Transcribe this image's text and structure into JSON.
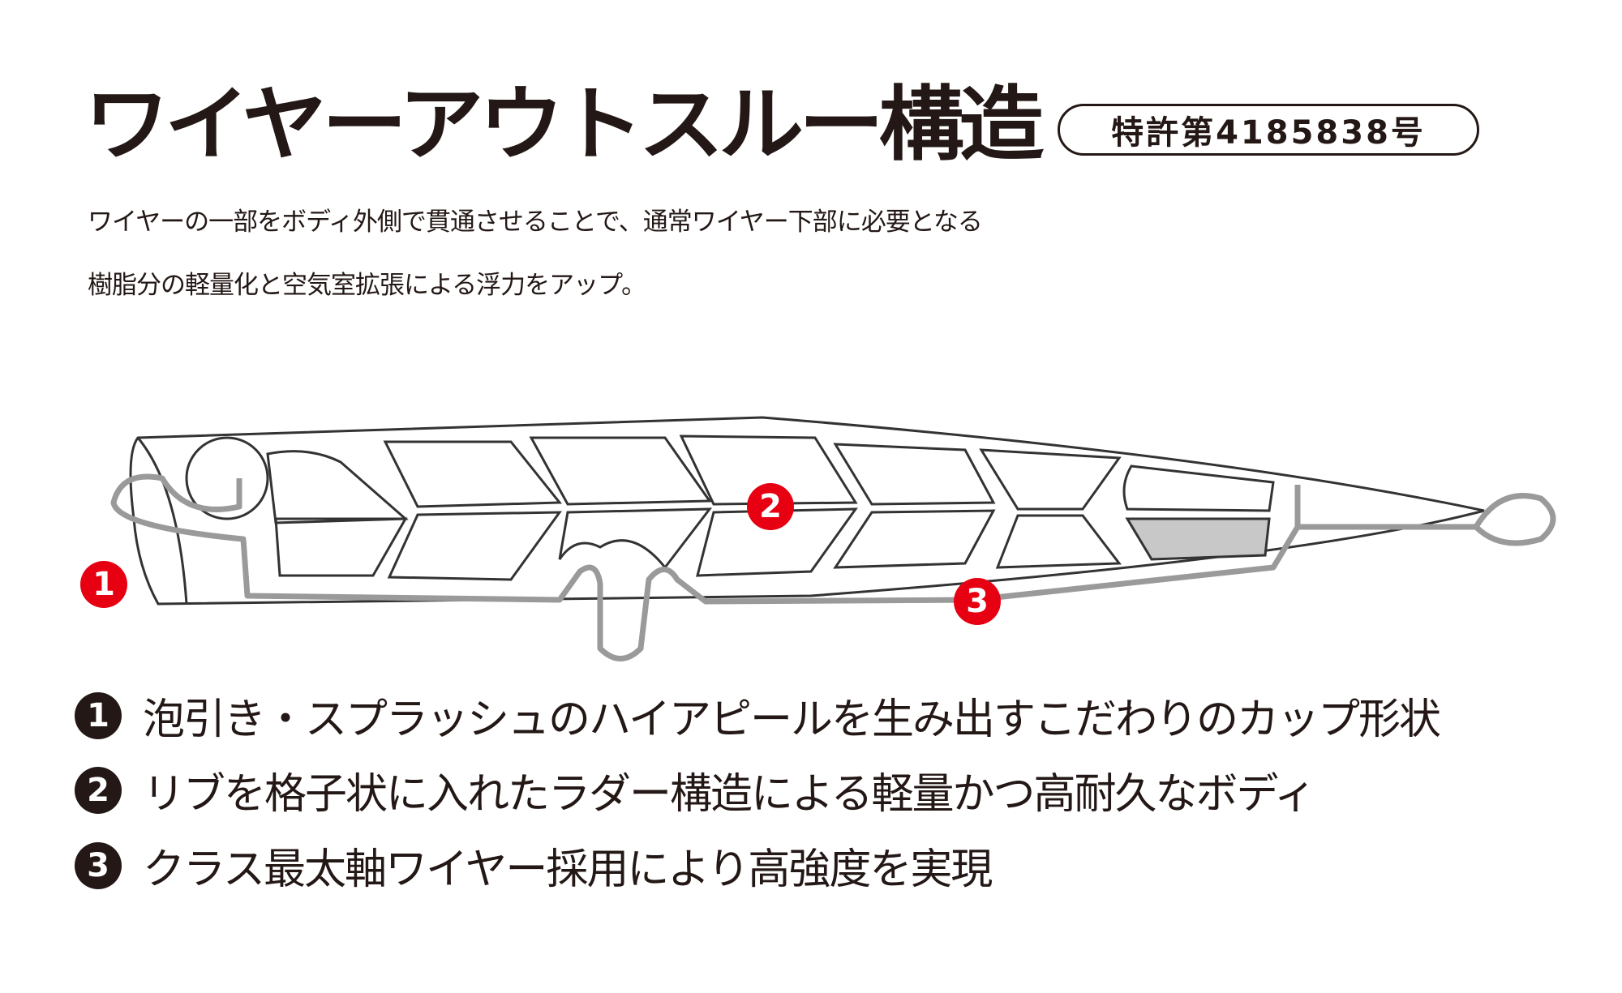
{
  "title": "ワイヤーアウトスルー構造",
  "patent": "特許第4185838号",
  "description": [
    "ワイヤーの一部をボディ外側で貫通させることで、通常ワイヤー下部に必要となる",
    "樹脂分の軽量化と空気室拡張による浮力をアップ。"
  ],
  "markers": [
    "1",
    "2",
    "3"
  ],
  "features": [
    {
      "num": "1",
      "text": "泡引き・スプラッシュのハイアピールを生み出すこだわりのカップ形状"
    },
    {
      "num": "2",
      "text": "リブを格子状に入れたラダー構造による軽量かつ高耐久なボディ"
    },
    {
      "num": "3",
      "text": "クラス最太軸ワイヤー採用により高強度を実現"
    }
  ],
  "colors": {
    "accent": "#e60012",
    "text": "#231815",
    "wire": "#9a9a9a"
  }
}
